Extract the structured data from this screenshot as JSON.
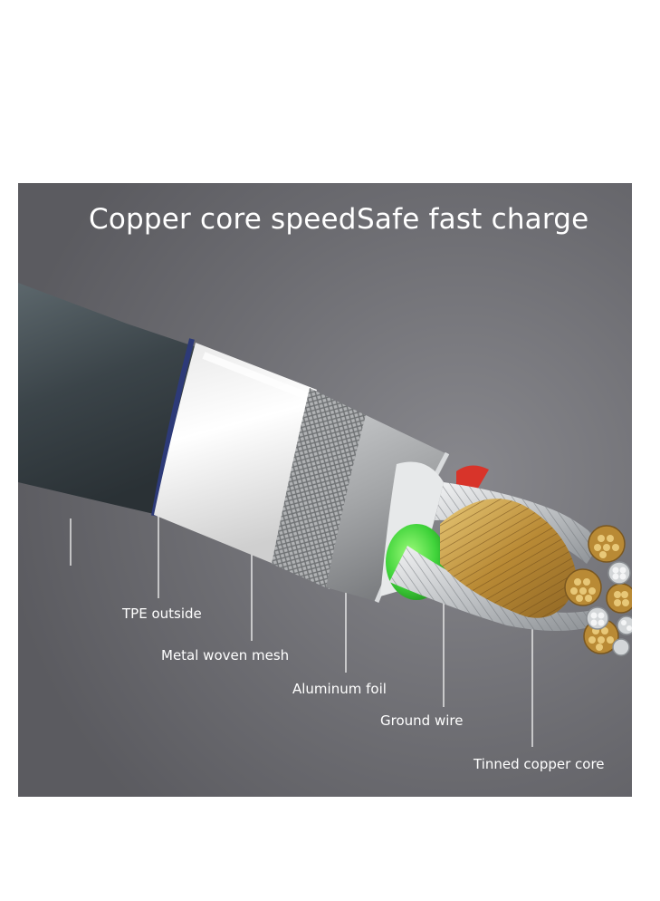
{
  "headline": {
    "left": "Copper core speed",
    "right": "Safe fast charge"
  },
  "labels": {
    "tpe": "TPE outside",
    "mesh": "Metal woven mesh",
    "foil": "Aluminum foil",
    "ground": "Ground wire",
    "copper": "Tinned copper core"
  },
  "colors": {
    "background": "#646469",
    "jacket": "#3e474c",
    "tpe": "#f2f2f2",
    "mesh": "#b4b6b8",
    "foil": "#9a9c9e",
    "ground_wire": "#3fd33a",
    "red_wire": "#d8342a",
    "copper": "#c9a350",
    "tinned": "#cfd2d4"
  }
}
